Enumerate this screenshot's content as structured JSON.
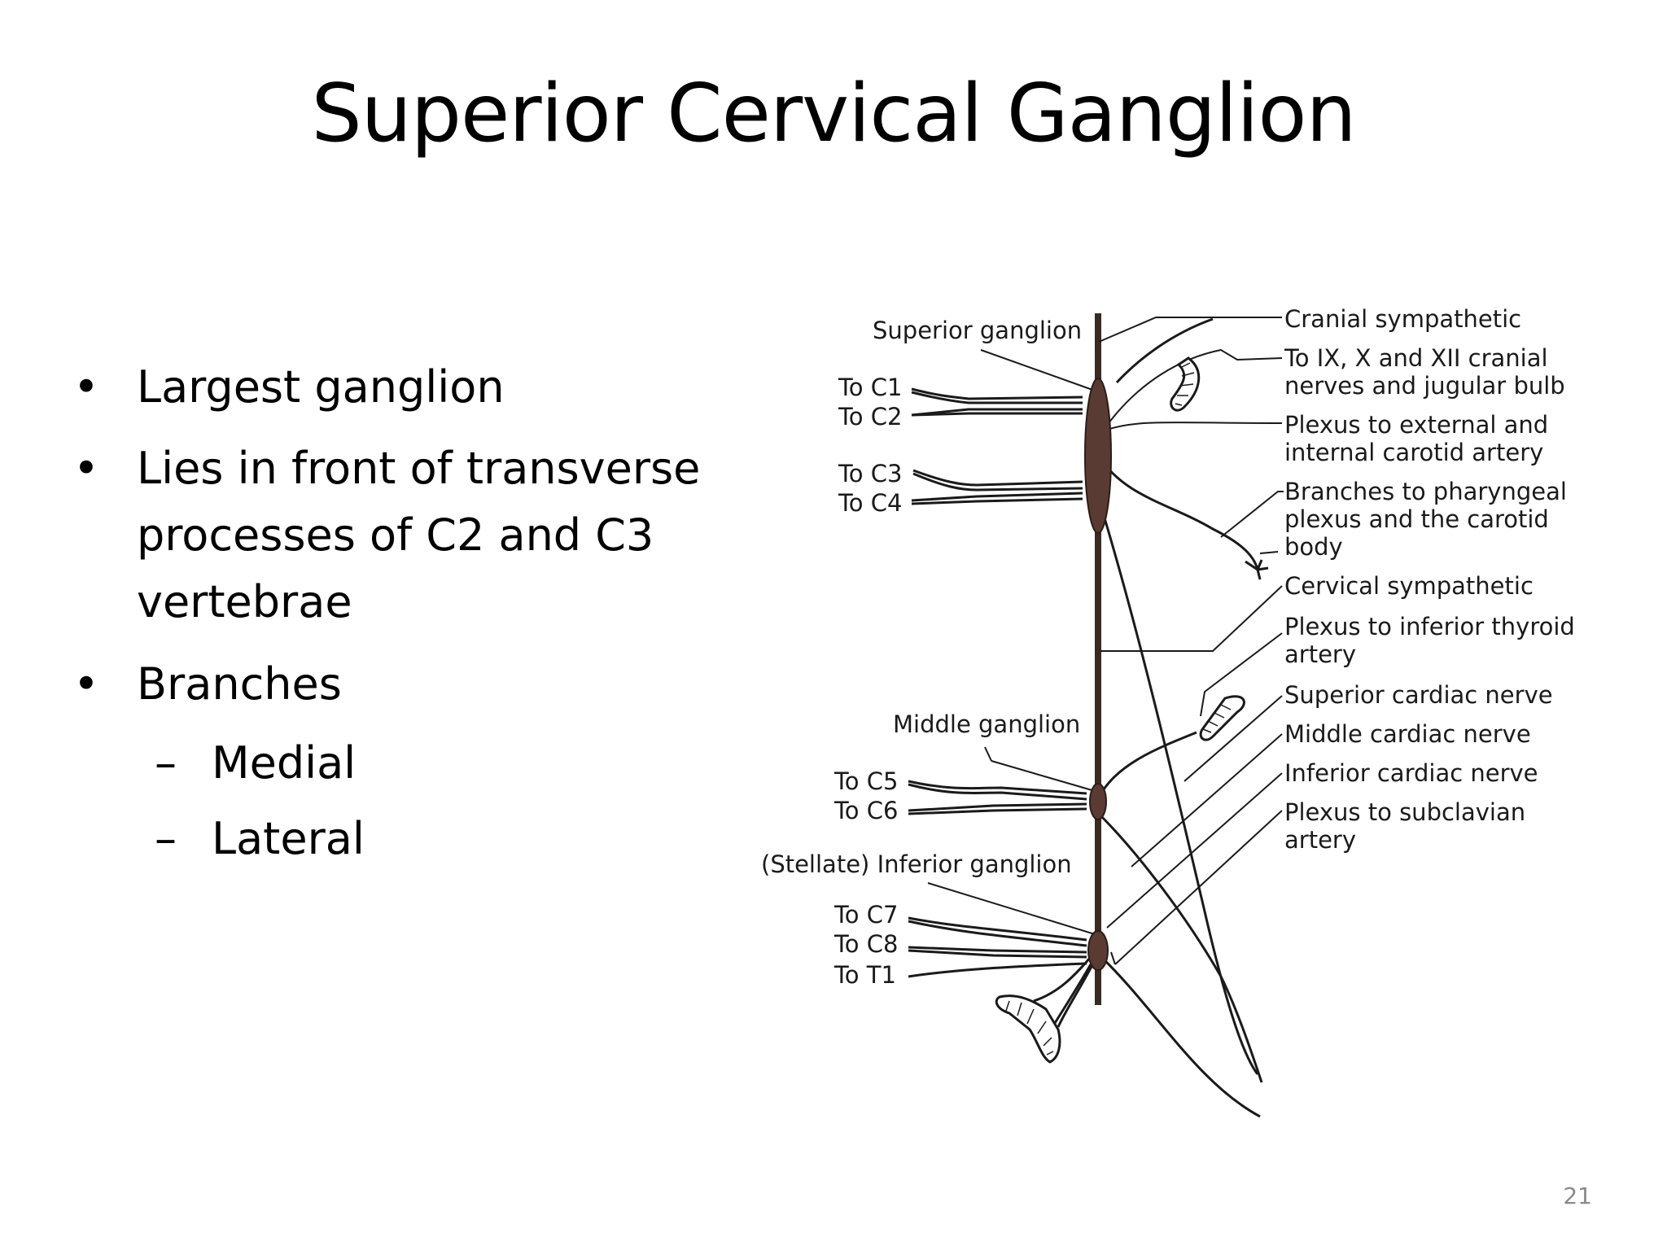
{
  "slide": {
    "title": "Superior Cervical Ganglion",
    "page_number": "21",
    "bullets": [
      {
        "text": "Largest ganglion"
      },
      {
        "text": "Lies in front of transverse processes of C2 and C3 vertebrae"
      },
      {
        "text": "Branches",
        "sub": [
          "Medial",
          "Lateral"
        ]
      }
    ],
    "bullet_symbol": "•",
    "sub_bullet_symbol": "–"
  },
  "diagram": {
    "ganglia": {
      "superior": "Superior ganglion",
      "middle": "Middle ganglion",
      "inferior": "(Stellate) Inferior ganglion"
    },
    "left_labels": [
      "To C1",
      "To C2",
      "To C3",
      "To C4",
      "To C5",
      "To C6",
      "To C7",
      "To C8",
      "To T1"
    ],
    "right_labels": [
      {
        "lines": [
          "Cranial sympathetic"
        ]
      },
      {
        "lines": [
          "To IX, X and XII cranial",
          "nerves and jugular bulb"
        ]
      },
      {
        "lines": [
          "Plexus to external and",
          "internal carotid artery"
        ]
      },
      {
        "lines": [
          "Branches to pharyngeal",
          "plexus and the carotid",
          "body"
        ]
      },
      {
        "lines": [
          "Cervical sympathetic"
        ]
      },
      {
        "lines": [
          "Plexus to inferior thyroid",
          "artery"
        ]
      },
      {
        "lines": [
          "Superior cardiac nerve"
        ]
      },
      {
        "lines": [
          "Middle cardiac nerve"
        ]
      },
      {
        "lines": [
          "Inferior cardiac nerve"
        ]
      },
      {
        "lines": [
          "Plexus to subclavian",
          "artery"
        ]
      }
    ],
    "colors": {
      "ganglion": "#5a3b33",
      "line": "#1a1a1a"
    }
  }
}
